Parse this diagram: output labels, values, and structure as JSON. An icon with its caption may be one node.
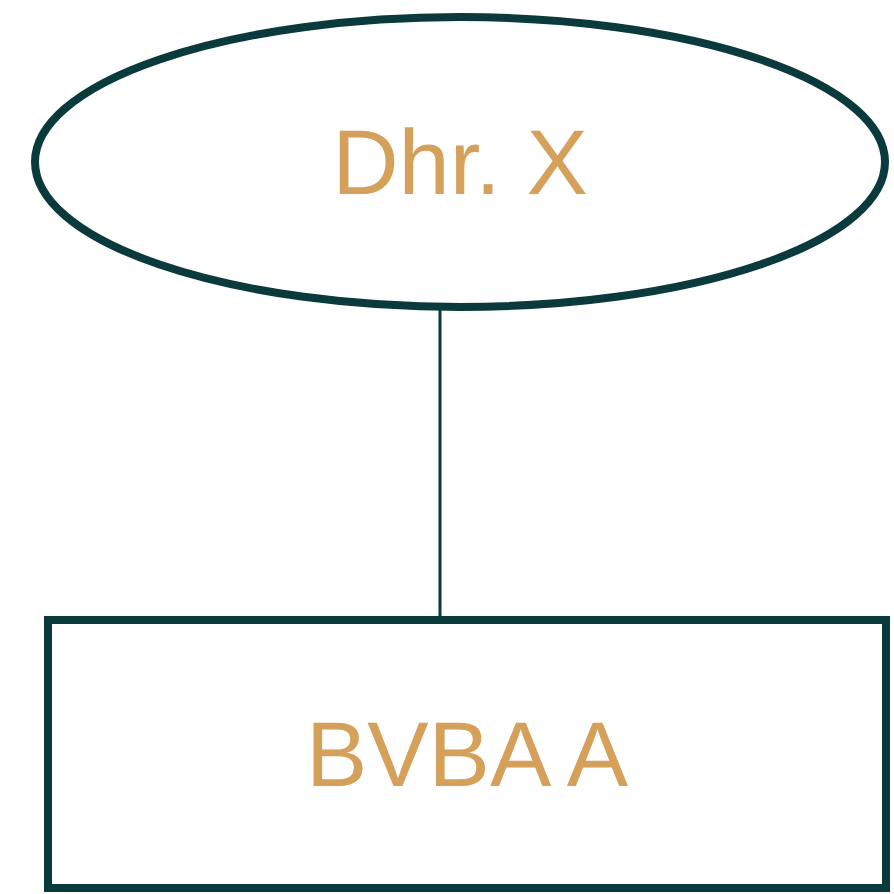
{
  "diagram": {
    "nodes": [
      {
        "text": [
          "Dhr. X"
        ]
      },
      {
        "text": [
          "BVBA A"
        ]
      }
    ],
    "edges": [
      {
        "from": 0,
        "to": 1,
        "arrow": "none"
      }
    ]
  }
}
